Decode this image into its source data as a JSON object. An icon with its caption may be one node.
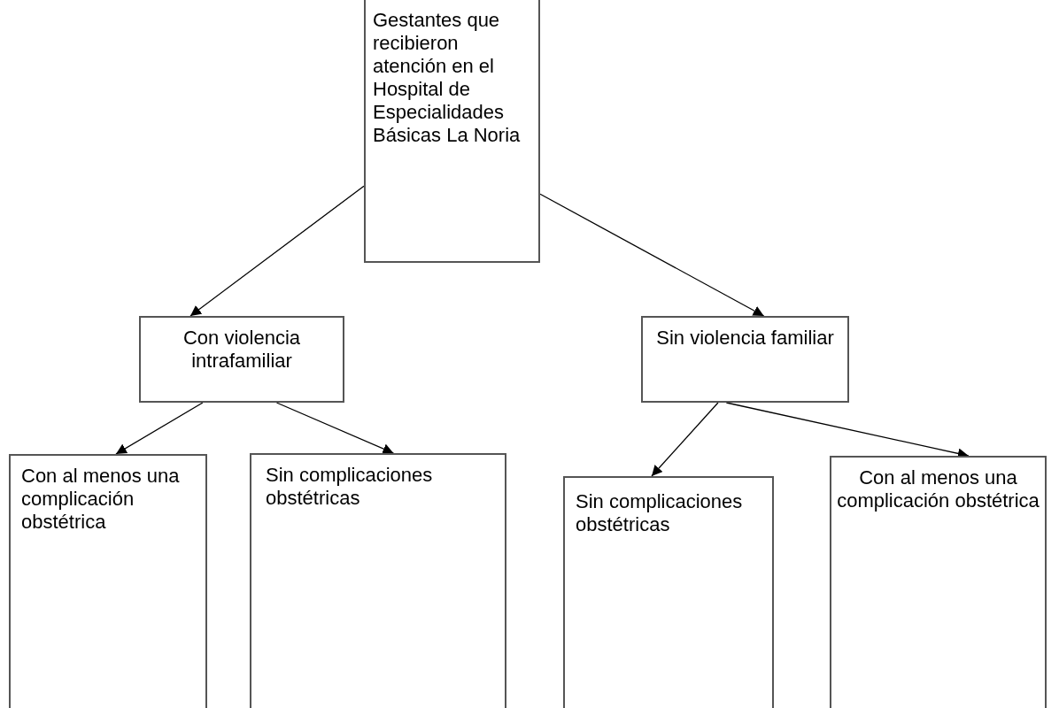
{
  "diagram": {
    "nodes": [
      {
        "text": [
          "Gestantes que recibieron atención en el Hospital de Especialidades Básicas La Noria"
        ]
      },
      {
        "text": [
          "Con violencia intrafamiliar"
        ]
      },
      {
        "text": [
          "Sin violencia familiar"
        ]
      },
      {
        "text": [
          "Con al menos una complicación obstétrica"
        ]
      },
      {
        "text": [
          "Sin complicaciones obstétricas"
        ]
      },
      {
        "text": [
          "Sin complicaciones obstétricas"
        ]
      },
      {
        "text": [
          "Con al menos una complicación obstétrica"
        ]
      }
    ],
    "edges": [
      {
        "from": 0,
        "to": 1,
        "arrow": "to"
      },
      {
        "from": 0,
        "to": 2,
        "arrow": "to"
      },
      {
        "from": 1,
        "to": 3,
        "arrow": "to"
      },
      {
        "from": 1,
        "to": 4,
        "arrow": "to"
      },
      {
        "from": 2,
        "to": 5,
        "arrow": "to"
      },
      {
        "from": 2,
        "to": 6,
        "arrow": "to"
      }
    ]
  }
}
